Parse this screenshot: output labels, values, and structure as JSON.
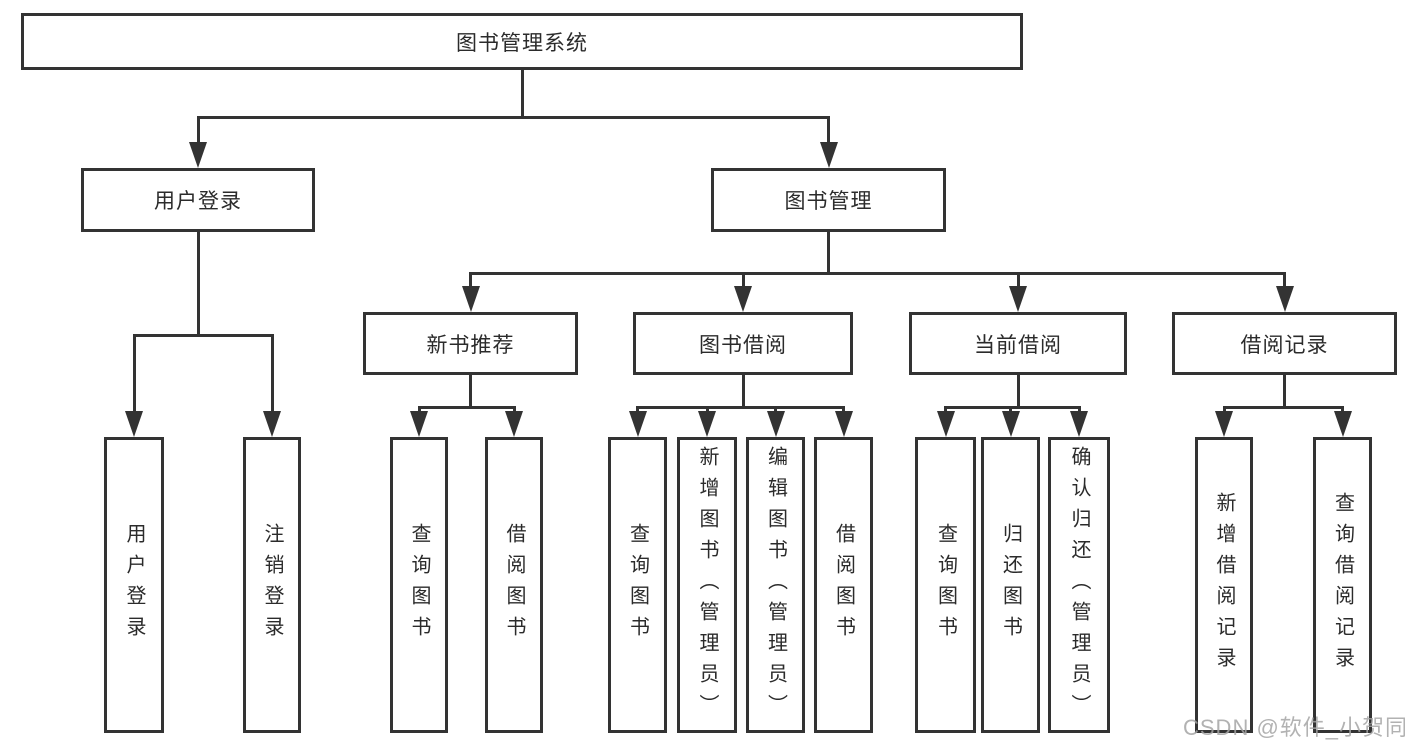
{
  "tree": {
    "root": {
      "label": "图书管理系统",
      "children": [
        {
          "label": "用户登录",
          "children": [
            {
              "label": "用户登录"
            },
            {
              "label": "注销登录"
            }
          ]
        },
        {
          "label": "图书管理",
          "children": [
            {
              "label": "新书推荐",
              "children": [
                {
                  "label": "查询图书"
                },
                {
                  "label": "借阅图书"
                }
              ]
            },
            {
              "label": "图书借阅",
              "children": [
                {
                  "label": "查询图书"
                },
                {
                  "label": "新增图书（管理员）"
                },
                {
                  "label": "编辑图书（管理员）"
                },
                {
                  "label": "借阅图书"
                }
              ]
            },
            {
              "label": "当前借阅",
              "children": [
                {
                  "label": "查询图书"
                },
                {
                  "label": "归还图书"
                },
                {
                  "label": "确认归还（管理员）"
                }
              ]
            },
            {
              "label": "借阅记录",
              "children": [
                {
                  "label": "新增借阅记录"
                },
                {
                  "label": "查询借阅记录"
                }
              ]
            }
          ]
        }
      ]
    }
  },
  "watermark": {
    "text": "CSDN @软件_小贺同学"
  },
  "colors": {
    "line": "#333333",
    "box_border": "#333333",
    "text": "#2b2b2b",
    "watermark": "#a5a5a5",
    "background": "#ffffff"
  }
}
